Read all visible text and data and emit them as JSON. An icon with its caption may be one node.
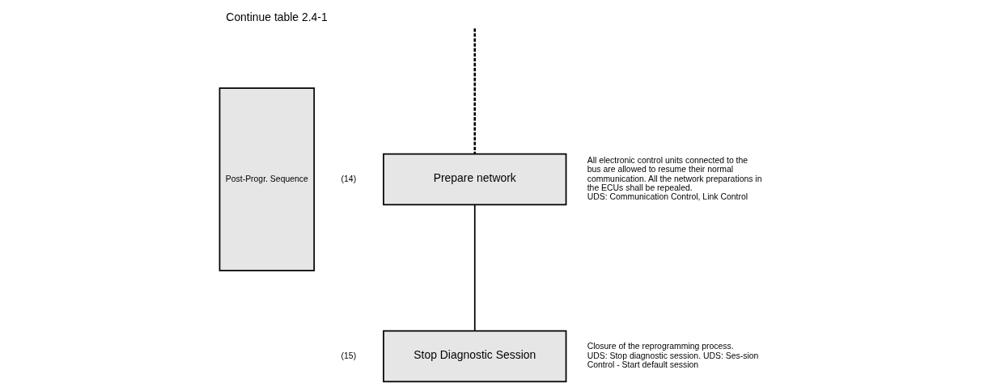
{
  "diagram": {
    "title": "Continue table 2.4-1",
    "nodes": [
      {
        "text": [
          "Post-Progr. Sequence"
        ]
      },
      {
        "text": [
          "Prepare network"
        ],
        "beside": [
          "(14)",
          "All electronic control units connected to the bus are allowed to resume their normal communication. All the network preparations in the ECUs shall be repealed.",
          "UDS: Communication Control, Link Control"
        ]
      },
      {
        "text": [
          "Stop Diagnostic Session"
        ],
        "beside": [
          "(15)",
          "Closure of the reprogramming process.",
          "UDS: Stop diagnostic session. UDS: Ses-sion Control - Start default session"
        ]
      }
    ],
    "edges": [
      {
        "from": null,
        "to": 1,
        "arrow": "none",
        "style": "dashed"
      },
      {
        "from": 1,
        "to": 2,
        "arrow": "none"
      }
    ]
  }
}
